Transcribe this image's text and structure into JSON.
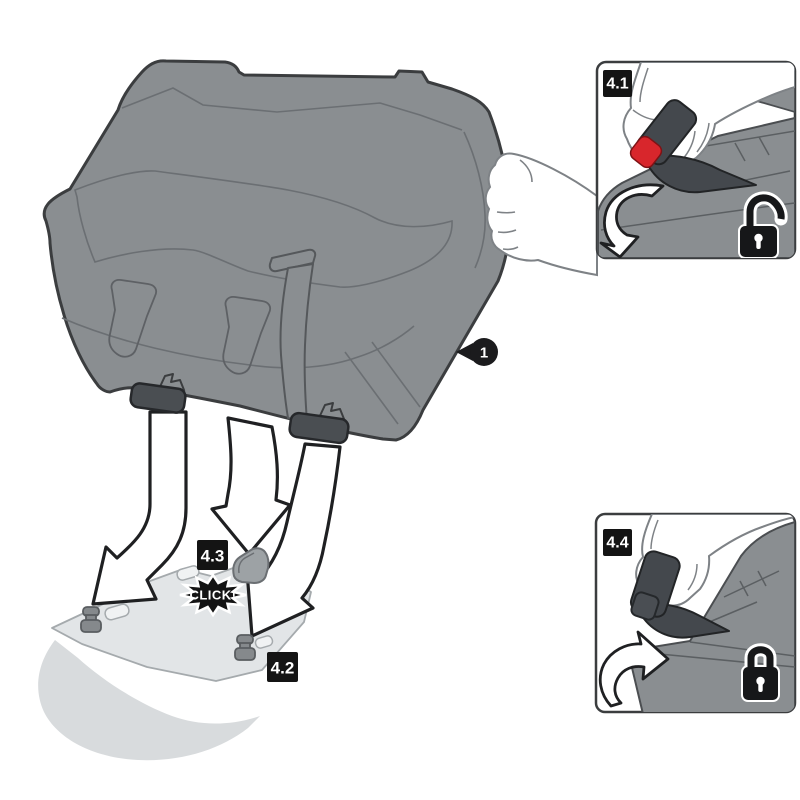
{
  "diagram": {
    "main": {
      "part_marker_label": "1",
      "click_label": "CLICK!",
      "step_plate_hook_label": "4.3",
      "step_plate_peg_label": "4.2"
    },
    "inset_panels": {
      "unlock": {
        "label": "4.1",
        "lock_icon": "padlock-open-icon",
        "button_color": "#D8262C"
      },
      "lock": {
        "label": "4.4",
        "lock_icon": "padlock-closed-icon"
      }
    },
    "colors": {
      "case_gray": "#8A8E91",
      "outline_dark": "#3B3D3F",
      "plate_gray": "#E2E5E7",
      "tail_gray": "#D8DBDD",
      "latch_dark": "#44484D",
      "accent_red": "#D8262C",
      "label_bg": "#141414",
      "label_text": "#FFFFFF"
    }
  }
}
